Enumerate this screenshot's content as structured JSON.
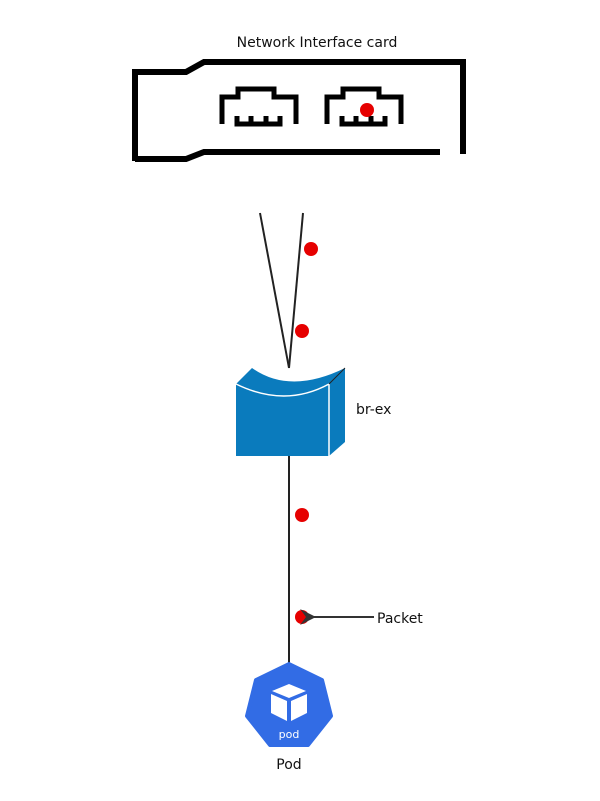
{
  "labels": {
    "nic": "Network Interface card",
    "bridge": "br-ex",
    "packet": "Packet",
    "pod": "Pod",
    "pod_icon_text": "pod"
  },
  "colors": {
    "packet": "#e60000",
    "bridge": "#0a7bbd",
    "pod": "#326ce5"
  }
}
